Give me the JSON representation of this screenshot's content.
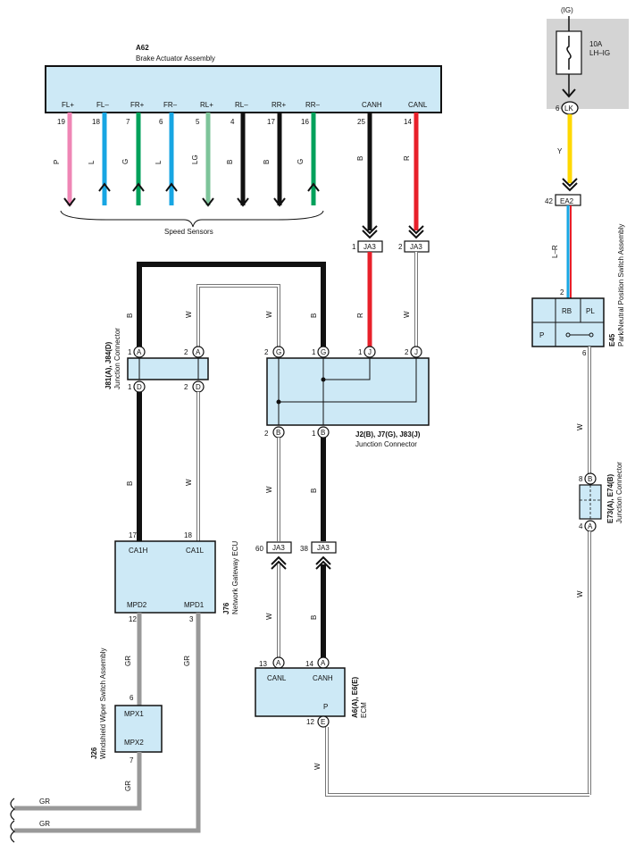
{
  "colors": {
    "box_fill": "#cde9f6",
    "fuse_bg": "#d4d4d4",
    "wire_pink": "#ef86b5",
    "wire_blue": "#17a6e3",
    "wire_green": "#00a15b",
    "wire_lightgreen": "#7dc49a",
    "wire_black": "#111111",
    "wire_red": "#e8202a",
    "wire_yellow": "#ffd800",
    "wire_gray": "#999999"
  },
  "fuse": {
    "source": "(IG)",
    "rating": "10A",
    "name": "LH–IG",
    "pin": "6",
    "connector": "LK"
  },
  "a62": {
    "code": "A62",
    "name": "Brake Actuator Assembly",
    "pins": [
      {
        "label": "FL+",
        "num": "19",
        "color": "P",
        "icon": "arrow-down-icon"
      },
      {
        "label": "FL–",
        "num": "18",
        "color": "L",
        "icon": "arrow-up-icon"
      },
      {
        "label": "FR+",
        "num": "7",
        "color": "G",
        "icon": "arrow-up-icon"
      },
      {
        "label": "FR–",
        "num": "6",
        "color": "L",
        "icon": "arrow-up-icon"
      },
      {
        "label": "RL+",
        "num": "5",
        "color": "LG",
        "icon": "arrow-down-icon"
      },
      {
        "label": "RL–",
        "num": "4",
        "color": "B",
        "icon": "arrow-down-icon"
      },
      {
        "label": "RR+",
        "num": "17",
        "color": "B",
        "icon": "arrow-down-icon"
      },
      {
        "label": "RR–",
        "num": "16",
        "color": "G",
        "icon": "arrow-up-icon"
      },
      {
        "label": "CANH",
        "num": "25",
        "color": "B"
      },
      {
        "label": "CANL",
        "num": "14",
        "color": "R"
      }
    ],
    "speed_sensors": "Speed Sensors"
  },
  "ja3": {
    "label": "JA3",
    "p1": "1",
    "p2": "2",
    "p60": "60",
    "p38": "38"
  },
  "wire_codes": {
    "B": "B",
    "W": "W",
    "R": "R",
    "GR": "GR",
    "Y": "Y",
    "LR": "L–R"
  },
  "j81": {
    "code": "J81(A), J84(D)",
    "name": "Junction Connector",
    "p1": "1",
    "p2": "2",
    "A": "A",
    "D": "D"
  },
  "j2": {
    "code": "J2(B), J7(G), J83(J)",
    "name": "Junction Connector",
    "p1": "1",
    "p2": "2",
    "G": "G",
    "J": "J",
    "B": "B"
  },
  "j76": {
    "code": "J76",
    "name": "Network Gateway ECU",
    "ca1h": "CA1H",
    "ca1l": "CA1L",
    "mpd2": "MPD2",
    "mpd1": "MPD1",
    "p17": "17",
    "p18": "18",
    "p12": "12",
    "p3": "3"
  },
  "ecm": {
    "code": "A6(A), E6(E)",
    "name": "ECM",
    "canl": "CANL",
    "canh": "CANH",
    "p": "P",
    "p13": "13",
    "p14": "14",
    "p12": "12",
    "A": "A",
    "E": "E"
  },
  "j26": {
    "code": "J26",
    "name": "Windshield Wiper Switch Assembly",
    "mpx1": "MPX1",
    "mpx2": "MPX2",
    "p6": "6",
    "p7": "7"
  },
  "ea2": {
    "label": "EA2",
    "pin": "42"
  },
  "e45": {
    "code": "E45",
    "name": "Park/Neutral Position Switch Assembly",
    "rb": "RB",
    "pl": "PL",
    "p": "P",
    "p2": "2",
    "p6": "6"
  },
  "e73": {
    "code": "E73(A), E74(B)",
    "name": "Junction Connector",
    "p8": "8",
    "p4": "4",
    "B": "B",
    "A": "A"
  }
}
